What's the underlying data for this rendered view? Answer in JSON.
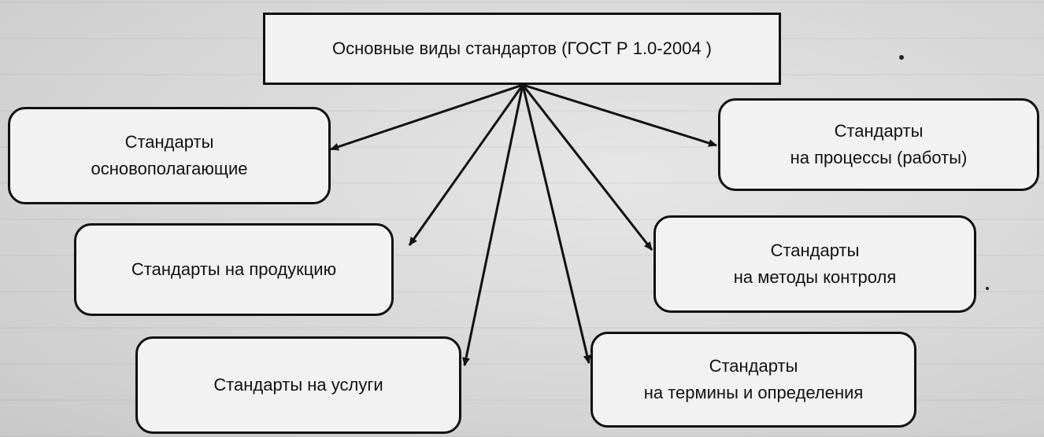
{
  "diagram": {
    "root": {
      "id": "root",
      "text": "Основные виды стандартов (ГОСТ Р 1.0-2004 )"
    },
    "children": [
      {
        "id": "fundamental",
        "lines": [
          "Стандарты",
          "основополагающие"
        ]
      },
      {
        "id": "processes",
        "lines": [
          "Стандарты",
          "на процессы (работы)"
        ]
      },
      {
        "id": "products",
        "lines": [
          "Стандарты на продукцию"
        ]
      },
      {
        "id": "methods",
        "lines": [
          "Стандарты",
          "на методы контроля"
        ]
      },
      {
        "id": "services",
        "lines": [
          "Стандарты на услуги"
        ]
      },
      {
        "id": "terms",
        "lines": [
          "Стандарты",
          "на термины и определения"
        ]
      }
    ],
    "edges": [
      {
        "from": "root",
        "to": "fundamental"
      },
      {
        "from": "root",
        "to": "processes"
      },
      {
        "from": "root",
        "to": "products"
      },
      {
        "from": "root",
        "to": "methods"
      },
      {
        "from": "root",
        "to": "services"
      },
      {
        "from": "root",
        "to": "terms"
      }
    ],
    "colors": {
      "line": "#111111",
      "box_fill": "#f2f2f2",
      "background": "#d9d9d9"
    }
  }
}
